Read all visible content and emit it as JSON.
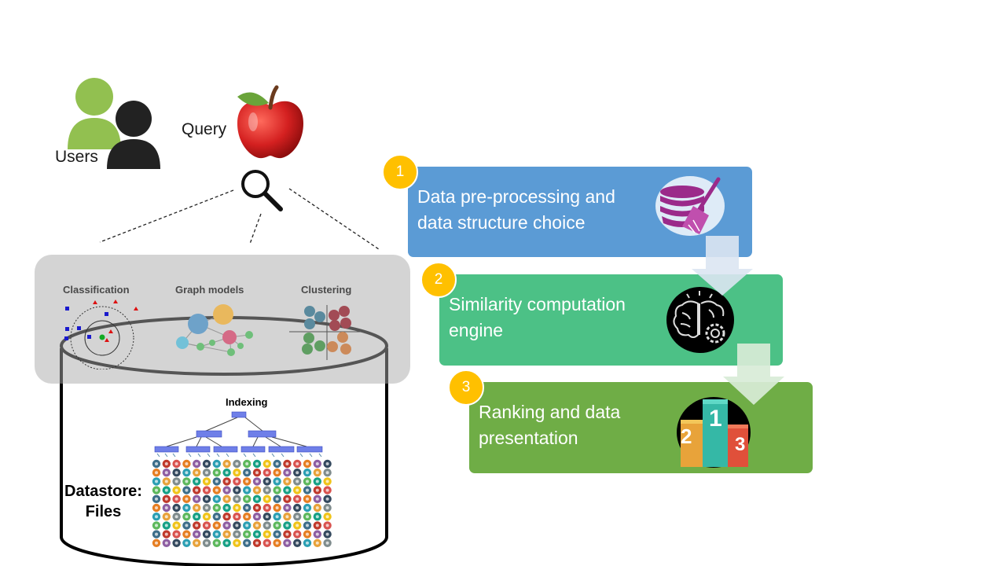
{
  "users": {
    "label": "Users"
  },
  "query": {
    "label": "Query"
  },
  "methods": {
    "classification": "Classification",
    "graph_models": "Graph models",
    "clustering": "Clustering"
  },
  "datastore": {
    "line1": "Datastore:",
    "line2": "Files"
  },
  "indexing": {
    "label": "Indexing"
  },
  "steps": [
    {
      "number": "1",
      "line1": "Data pre-processing  and",
      "line2": "data structure choice",
      "color": "#5b9bd5"
    },
    {
      "number": "2",
      "line1": "Similarity computation",
      "line2": "engine",
      "color": "#4cc186"
    },
    {
      "number": "3",
      "line1": "Ranking and data",
      "line2": "presentation",
      "color": "#6fad46"
    }
  ],
  "podium": {
    "first": "1",
    "second": "2",
    "third": "3"
  },
  "colors": {
    "badge": "#ffc000",
    "user_green": "#92c050",
    "user_dark": "#222222"
  }
}
